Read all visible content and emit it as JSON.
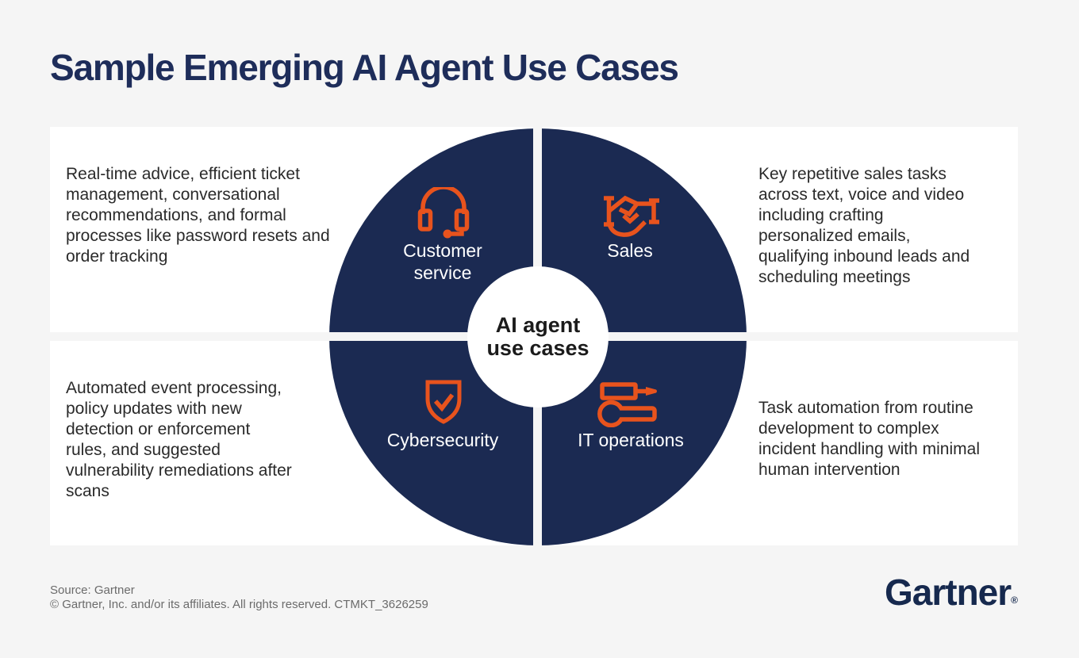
{
  "header": {
    "title": "Sample Emerging AI Agent Use Cases"
  },
  "center": {
    "line1": "AI agent",
    "line2": "use cases"
  },
  "quadrants": [
    {
      "id": "customer-service",
      "label": "Customer service",
      "icon": "headset-icon",
      "description": "Real-time advice, efficient ticket management, conversational recommendations, and formal processes like password resets and order tracking"
    },
    {
      "id": "sales",
      "label": "Sales",
      "icon": "handshake-icon",
      "description": "Key repetitive sales tasks across text, voice and video including crafting personalized emails, qualifying inbound leads and scheduling meetings"
    },
    {
      "id": "cybersecurity",
      "label": "Cybersecurity",
      "icon": "shield-check-icon",
      "description": "Automated event processing, policy updates with new detection or enforcement rules, and suggested vulnerability remediations after scans"
    },
    {
      "id": "it-operations",
      "label": "IT operations",
      "icon": "tools-icon",
      "description": "Task automation from routine development to complex incident handling with minimal human intervention"
    }
  ],
  "footer": {
    "source": "Source: Gartner",
    "copyright": "© Gartner, Inc. and/or its affiliates. All rights reserved. CTMKT_3626259",
    "logo_text": "Gartner",
    "logo_registered": "®"
  },
  "colors": {
    "navy": "#1b2a52",
    "orange": "#e8531d",
    "title_navy": "#1e2d5a",
    "background": "#f5f5f5",
    "body_text": "#2a2a2a",
    "footer_gray": "#6b6b6b"
  }
}
